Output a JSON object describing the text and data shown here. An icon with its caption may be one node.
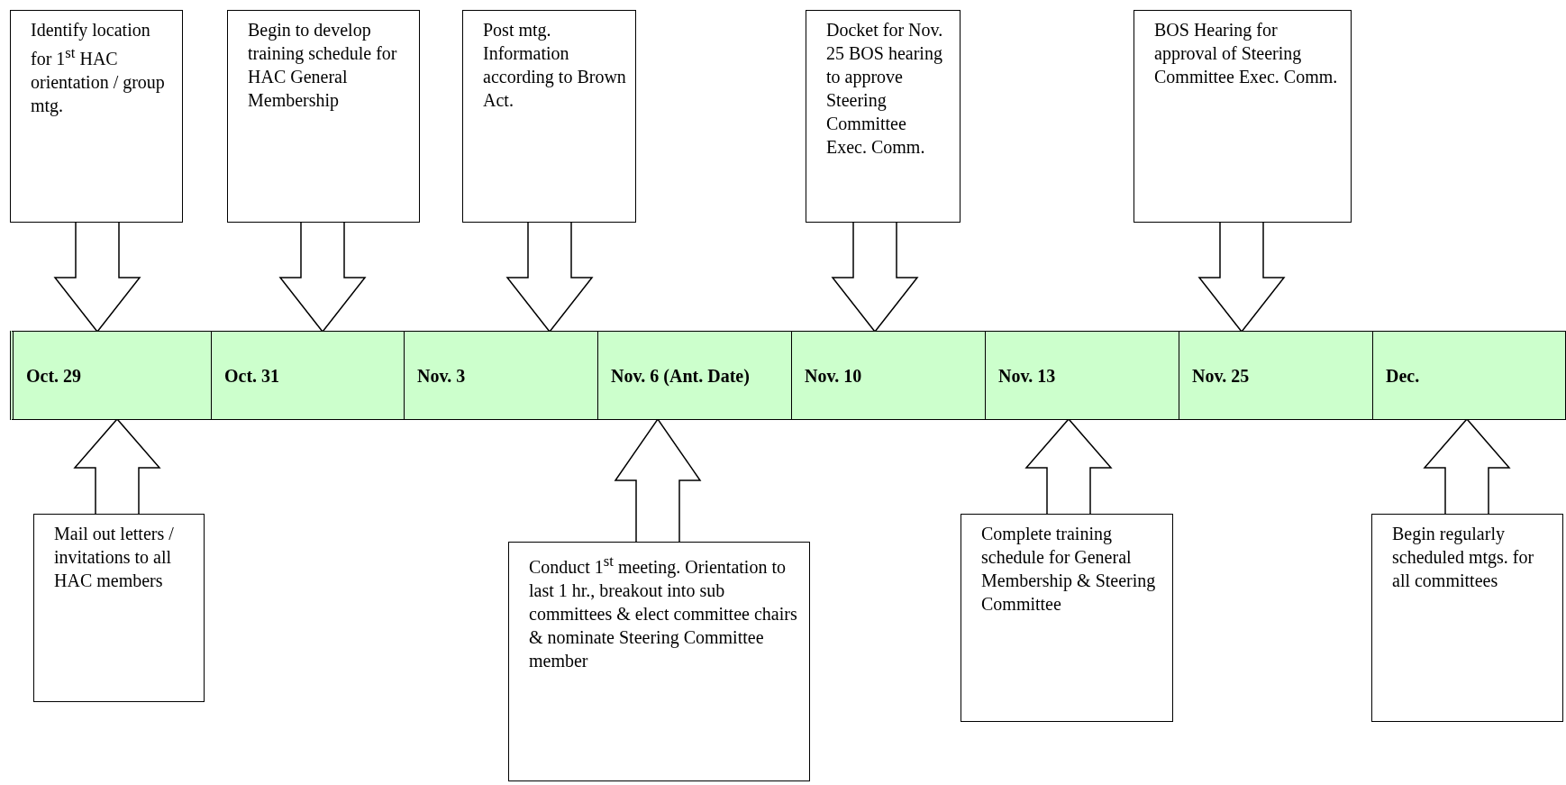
{
  "diagram": {
    "nodes": [
      {
        "text": [
          "Identify location for 1$^{st}$ HAC orientation / group mtg."
        ]
      },
      {
        "text": [
          "Begin to develop training schedule for HAC General Membership"
        ]
      },
      {
        "text": [
          "Post mtg. Information according to Brown Act."
        ]
      },
      {
        "text": [
          "Docket for Nov. 25 BOS hearing to approve Steering Committee Exec. Comm."
        ]
      },
      {
        "text": [
          "BOS Hearing for approval of Steering Committee Exec. Comm."
        ]
      },
      {
        "text": [],
        "shape": "bar"
      },
      {
        "text": [
          "Oct. 29"
        ],
        "in": 5
      },
      {
        "text": [
          "Oct. 31"
        ],
        "in": 5
      },
      {
        "text": [
          "Nov. 3"
        ],
        "in": 5
      },
      {
        "text": [
          "Nov. 6 (Ant. Date)"
        ],
        "in": 5
      },
      {
        "text": [
          "Nov. 10"
        ],
        "in": 5
      },
      {
        "text": [
          "Nov. 13"
        ],
        "in": 5
      },
      {
        "text": [
          "Nov. 25"
        ],
        "in": 5
      },
      {
        "text": [
          "Dec."
        ],
        "in": 5
      },
      {
        "text": [
          "Mail out letters / invitations to all HAC members"
        ]
      },
      {
        "text": [
          "Conduct 1$^{st}$ meeting. Orientation to last 1 hr., breakout into sub committees & elect committee chairs & nominate Steering Committee member"
        ]
      },
      {
        "text": [
          "Complete training schedule for General Membership & Steering Committee"
        ]
      },
      {
        "text": [
          "Begin regularly scheduled mtgs. for all committees"
        ]
      }
    ],
    "edges": [
      {
        "from": 0,
        "to": 6,
        "arrow": "to"
      },
      {
        "from": 1,
        "to": 7,
        "arrow": "to"
      },
      {
        "from": 2,
        "to": 8,
        "arrow": "to"
      },
      {
        "from": 3,
        "to": 10,
        "arrow": "to"
      },
      {
        "from": 4,
        "to": 12,
        "arrow": "to"
      },
      {
        "from": 14,
        "to": 6,
        "arrow": "to"
      },
      {
        "from": 15,
        "to": 9,
        "arrow": "to"
      },
      {
        "from": 16,
        "to": 11,
        "arrow": "to"
      },
      {
        "from": 17,
        "to": 13,
        "arrow": "to"
      }
    ]
  }
}
